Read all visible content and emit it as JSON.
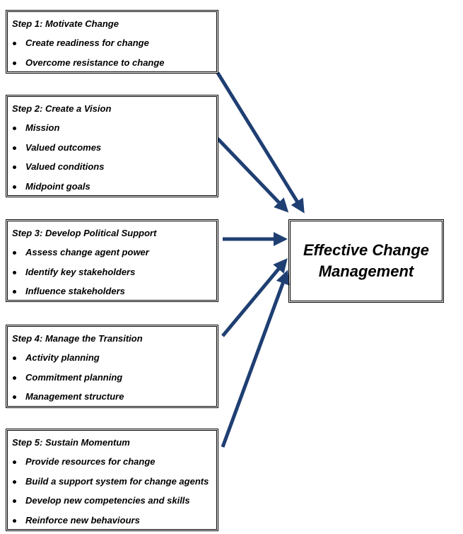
{
  "steps": [
    {
      "title": "Step 1: Motivate Change",
      "items": [
        "Create readiness for change",
        "Overcome resistance to change"
      ]
    },
    {
      "title": "Step 2: Create a Vision",
      "items": [
        "Mission",
        "Valued outcomes",
        "Valued conditions",
        "Midpoint goals"
      ]
    },
    {
      "title": "Step 3: Develop Political Support",
      "items": [
        "Assess change agent power",
        "Identify key stakeholders",
        "Influence stakeholders"
      ]
    },
    {
      "title": "Step 4: Manage the Transition",
      "items": [
        "Activity planning",
        "Commitment planning",
        "Management structure"
      ]
    },
    {
      "title": "Step 5: Sustain Momentum",
      "items": [
        "Provide resources for change",
        "Build a support system for change agents",
        "Develop new competencies and skills",
        "Reinforce new behaviours"
      ]
    }
  ],
  "center": {
    "line1": "Effective Change",
    "line2": "Management"
  },
  "colors": {
    "arrow": "#1f3f73"
  }
}
